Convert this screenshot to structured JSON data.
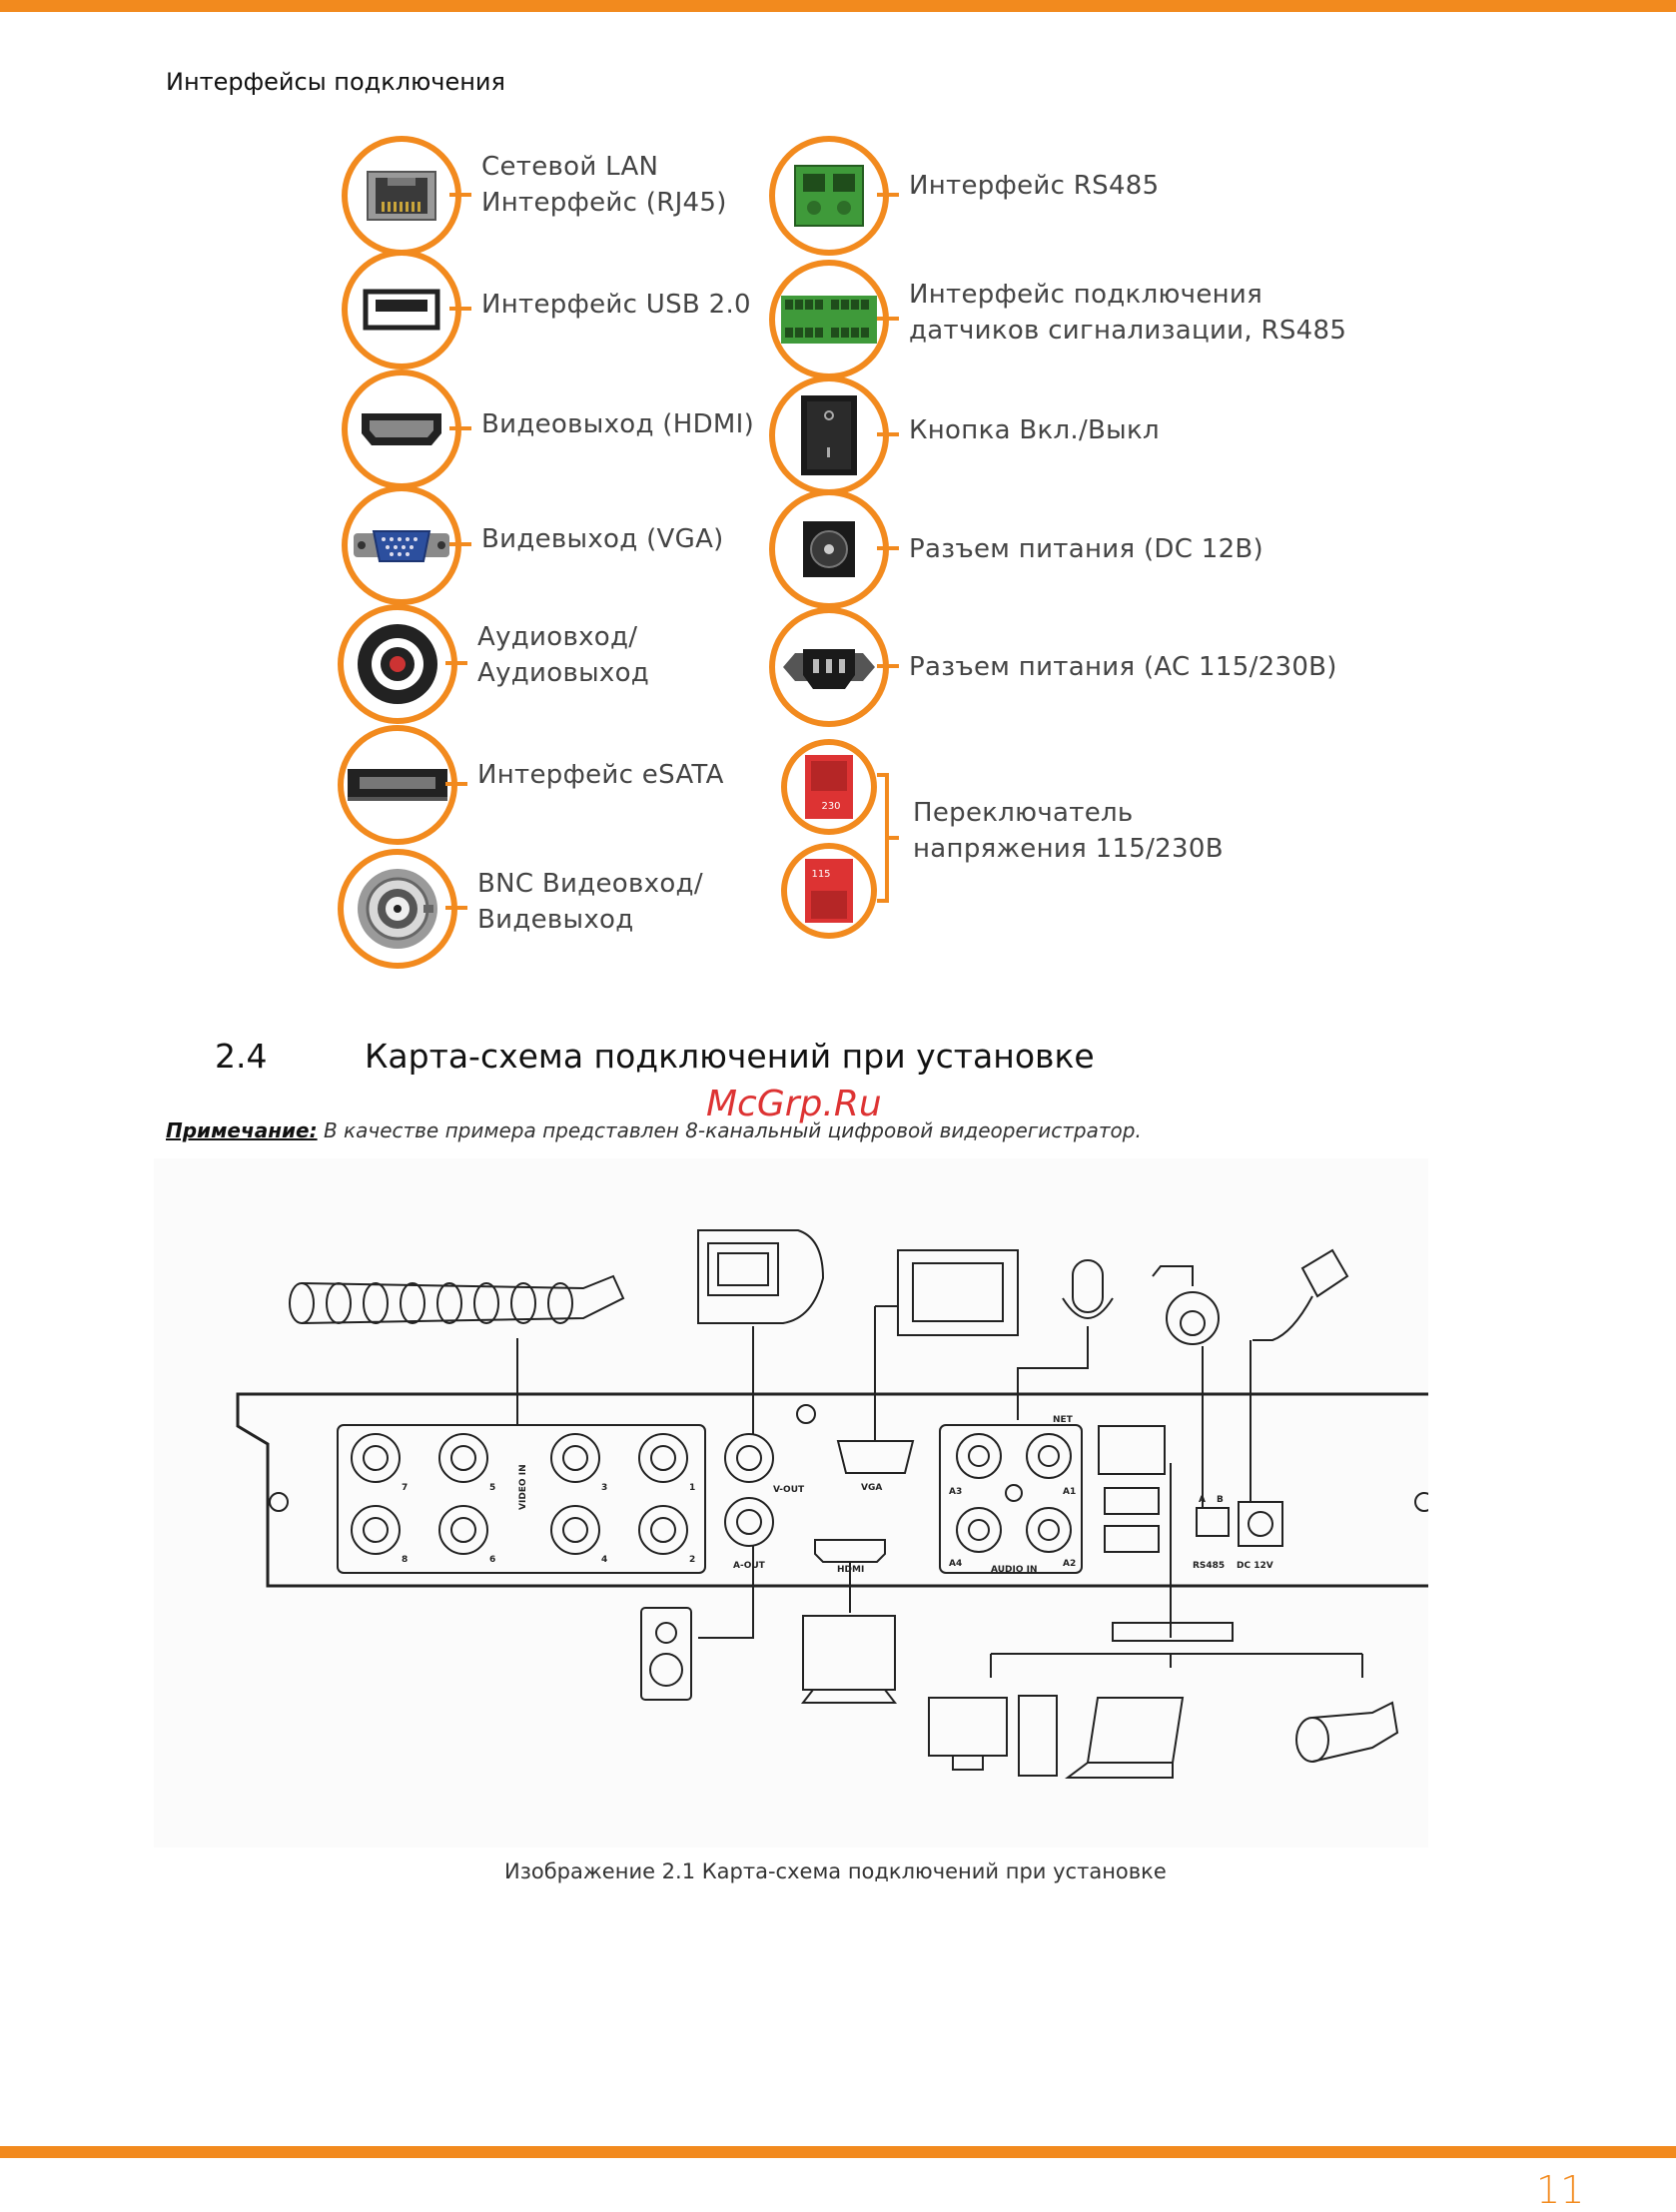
{
  "section_title": "Интерфейсы подключения",
  "left_interfaces": [
    {
      "lines": [
        "Сетевой LAN",
        "Интерфейс (RJ45)"
      ],
      "icon": "rj45-port-icon"
    },
    {
      "lines": [
        "Интерфейс USB 2.0"
      ],
      "icon": "usb-port-icon"
    },
    {
      "lines": [
        "Видеовыход (HDMI)"
      ],
      "icon": "hdmi-port-icon"
    },
    {
      "lines": [
        "Видевыход (VGA)"
      ],
      "icon": "vga-port-icon"
    },
    {
      "lines": [
        "Аудиовход/",
        "Аудиовыход"
      ],
      "icon": "rca-port-icon"
    },
    {
      "lines": [
        "Интерфейс eSATA"
      ],
      "icon": "esata-port-icon"
    },
    {
      "lines": [
        "BNC Видеовход/",
        "Видевыход"
      ],
      "icon": "bnc-port-icon"
    }
  ],
  "right_interfaces": [
    {
      "lines": [
        "Интерфейс RS485"
      ],
      "icon": "rs485-terminal-icon"
    },
    {
      "lines": [
        "Интерфейс подключения",
        "датчиков сигнализации, RS485"
      ],
      "icon": "alarm-terminal-icon"
    },
    {
      "lines": [
        "Кнопка Вкл./Выкл"
      ],
      "icon": "power-switch-icon"
    },
    {
      "lines": [
        "Разъем питания (DC 12В)"
      ],
      "icon": "dc-jack-icon"
    },
    {
      "lines": [
        "Разъем питания (AC 115/230В)"
      ],
      "icon": "ac-socket-icon"
    },
    {
      "lines": [
        "Переключатель",
        "напряжения 115/230В"
      ],
      "icon": "voltage-switch-icon"
    }
  ],
  "voltage_switch_marks": [
    "230",
    "115"
  ],
  "heading": {
    "number": "2.4",
    "text": "Карта-схема подключений при установке"
  },
  "watermark": "McGrp.Ru",
  "note": {
    "label": "Примечание:",
    "text": " В качестве примера представлен 8-канальный цифровой видеорегистратор."
  },
  "diagram_labels": {
    "video_in": "VIDEO IN",
    "channels_top": [
      "7",
      "5",
      "3",
      "1"
    ],
    "channels_bottom": [
      "8",
      "6",
      "4",
      "2"
    ],
    "v_out": "V-OUT",
    "a_out": "A-OUT",
    "vga": "VGA",
    "hdmi": "HDMI",
    "net": "NET",
    "audio_in": "AUDIO IN",
    "audio_channels": [
      "A3",
      "A1",
      "A4",
      "A2"
    ],
    "rs485": "RS485",
    "a": "A",
    "b": "B",
    "dc": "DC 12V"
  },
  "caption": "Изображение 2.1 Карта-схема подключений при установке",
  "page_number": "11",
  "colors": {
    "accent": "#f28a1e"
  }
}
